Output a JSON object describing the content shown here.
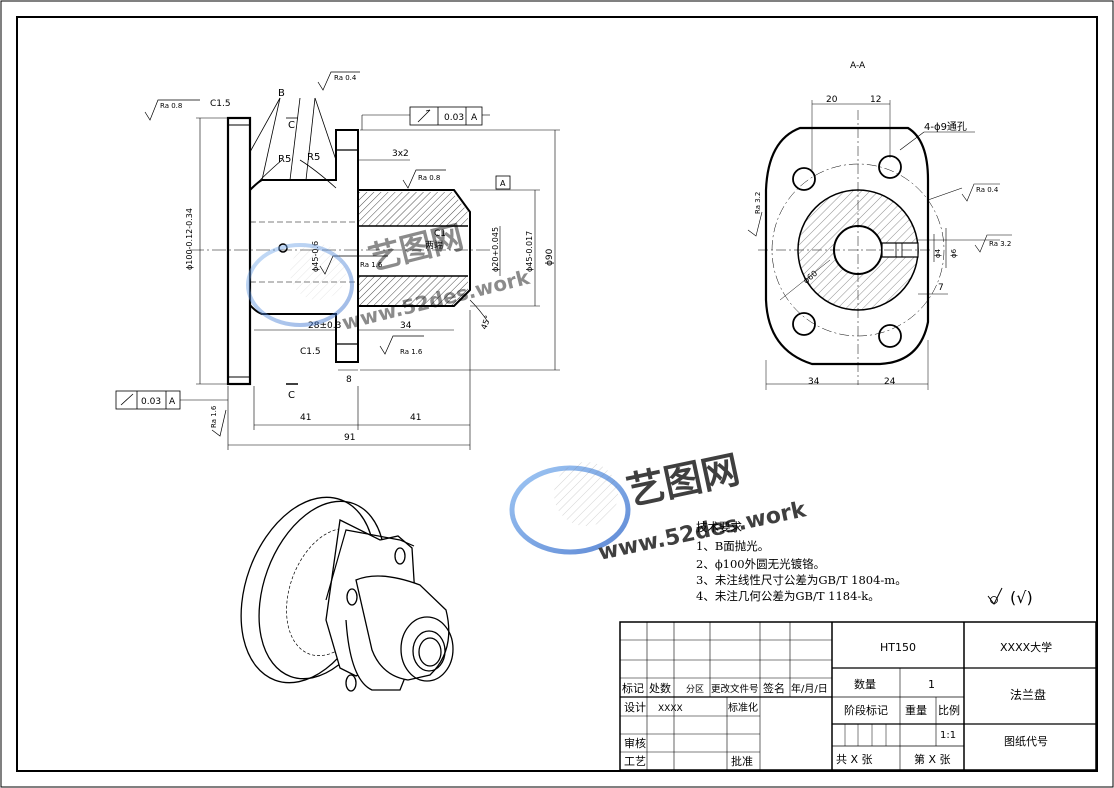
{
  "section_label": "A-A",
  "front_view": {
    "labels": {
      "b": "B",
      "c": "C",
      "c_bottom": "C",
      "c15_top": "C1.5",
      "c15_bottom": "C1.5",
      "r5_left": "R5",
      "r5_right": "R5",
      "chamfer_3x2": "3x2",
      "c1": "C1",
      "both_ends": "两端"
    },
    "roughness": {
      "top_left": "Ra 0.8",
      "top": "Ra 0.4",
      "bore_top": "Ra 0.8",
      "bore_inner": "Ra 1.6",
      "flange_bottom": "Ra 1.6",
      "left_face": "Ra 1.6"
    },
    "tolerance_frames": [
      {
        "value": "0.03",
        "datum": "A"
      },
      {
        "value": "0.03",
        "datum": "A"
      }
    ],
    "datum_box": "A",
    "dims": {
      "d100": "ϕ100-0.12-0.34",
      "d45_shaft": "ϕ45-0.6",
      "d20": "ϕ20+0.045",
      "d45_bore": "ϕ45-0.017",
      "d90": "ϕ90",
      "len_28": "28±0.3",
      "len_34": "34",
      "len_8": "8",
      "len_41_left": "41",
      "len_41_right": "41",
      "len_91": "91",
      "angle_45": "45°"
    }
  },
  "section_view": {
    "dims": {
      "d20": "20",
      "d12": "12",
      "holes": "4-ϕ9通孔",
      "ra32_left": "Ra 3.2",
      "ra04": "Ra 0.4",
      "ra32_right": "Ra 3.2",
      "d4": "ϕ4",
      "d6": "ϕ6",
      "d7": "7",
      "d60": "ϕ60",
      "d34": "34",
      "d24": "24"
    }
  },
  "watermark": {
    "brand": "艺图网",
    "url": "www.52des.work"
  },
  "technical_requirements": {
    "title": "技术要求",
    "items": [
      "1、B面抛光。",
      "2、ϕ100外圆无光镀铬。",
      "3、未注线性尺寸公差为GB/T 1804-m。",
      "4、未注几何公差为GB/T 1184-k。"
    ]
  },
  "roughness_note": "(√)",
  "title_block": {
    "headers": [
      "标记",
      "处数",
      "分区",
      "更改文件号",
      "签名",
      "年/月/日"
    ],
    "design": "设计",
    "designer": "XXXX",
    "standardization": "标准化",
    "review": "审核",
    "process": "工艺",
    "approve": "批准",
    "material": "HT150",
    "university": "XXXX大学",
    "quantity_label": "数量",
    "quantity": "1",
    "part_name": "法兰盘",
    "stage_mark": "阶段标记",
    "weight": "重量",
    "scale_label": "比例",
    "scale": "1:1",
    "drawing_number": "图纸代号",
    "sheet_total": "共 X 张",
    "sheet_num": "第 X 张"
  }
}
